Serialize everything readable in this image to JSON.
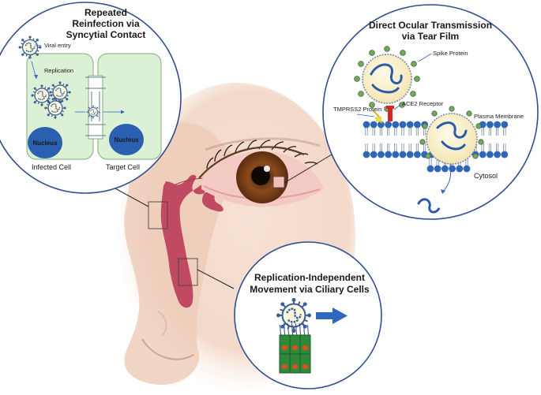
{
  "syncytial": {
    "title_line1": "Repeated",
    "title_line2": "Reinfection via",
    "title_line3": "Syncytial Contact",
    "viral_entry": "Viral entry",
    "replication": "Replication",
    "nucleus_left": "Nucleus",
    "nucleus_right": "Nucleus",
    "infected_cell": "Infected Cell",
    "target_cell": "Target Cell"
  },
  "tear_film": {
    "title_line1": "Direct Ocular Transmission",
    "title_line2": "via Tear Film",
    "spike_protein": "Spike Protein",
    "tmprss2": "TMPRSS2 Protein",
    "ace2": "ACE2 Receptor",
    "plasma_membrane": "Plasma Membrane",
    "cytosol": "Cytosol"
  },
  "ciliary": {
    "title_line1": "Replication-Independent",
    "title_line2": "Movement via Ciliary Cells"
  },
  "colors": {
    "circle_border": "#2f4f8f",
    "cell_fill": "#dcf0d6",
    "nucleus": "#2b5fb0",
    "virus_body": "#fdf6d8",
    "spike": "#6bb04a",
    "rna": "#2a5aa8",
    "membrane_head": "#2f66b8",
    "ace2": "#d62626",
    "tmprss2": "#e8e03a",
    "ciliary_cell": "#2e8a3a",
    "ciliary_nucleus": "#e0501e",
    "arrow": "#2f66c0",
    "skin": "#f2d4c2",
    "duct": "#c04a62"
  }
}
